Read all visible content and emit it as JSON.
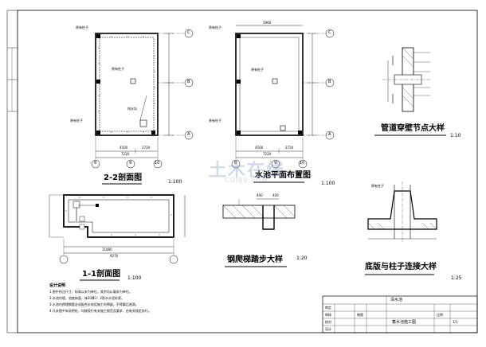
{
  "titles": {
    "section22": "2-2剖面图",
    "section22_scale": "1:100",
    "plan": "水池平面布置图",
    "plan_scale": "1:100",
    "pipe": "管道穿壁节点大样",
    "pipe_scale": "1:10",
    "section11": "1-1剖面图",
    "section11_scale": "1:100",
    "ladder": "钢爬梯踏步大样",
    "ladder_scale": "1:20",
    "joint": "底版与柱子连接大样",
    "joint_scale": "1:25"
  },
  "labels": {
    "column_ref": "原有柱子",
    "pipe_label": "排水坑",
    "axis_c": "C",
    "axis_b": "B",
    "axis_a": "A",
    "axis_8": "8",
    "axis_9": "9",
    "axis_10": "10",
    "dim_4500": "4500",
    "dim_2720": "2720",
    "dim_7220": "7220",
    "dim_5960": "5960",
    "dim_400": "400",
    "dim_9270": "9270",
    "dim_11800": "11800"
  },
  "notes": {
    "heading": "设计说明",
    "items": [
      "1.图中所注尺寸，标高以米为单位，其余均以毫米为单位。",
      "2.水池内墙、池底抹面，抹20厚1：2防水水泥砂浆。",
      "3.水池内预埋钢管必须配合水电设施工时预留，不得事后凿洞。",
      "4.凡未图中未说明处，均按现行有关施工规范及要求、由有关规定执行。"
    ]
  },
  "title_block": {
    "project": "清水池",
    "drawing": "蓄水池施工图",
    "row_labels": [
      "审定",
      "审核",
      "校对",
      "设计",
      "制图"
    ],
    "scale_label": "比例",
    "sheet": "1/1"
  },
  "watermark": {
    "main": "土木在线",
    "sub": "COI88.COM"
  }
}
